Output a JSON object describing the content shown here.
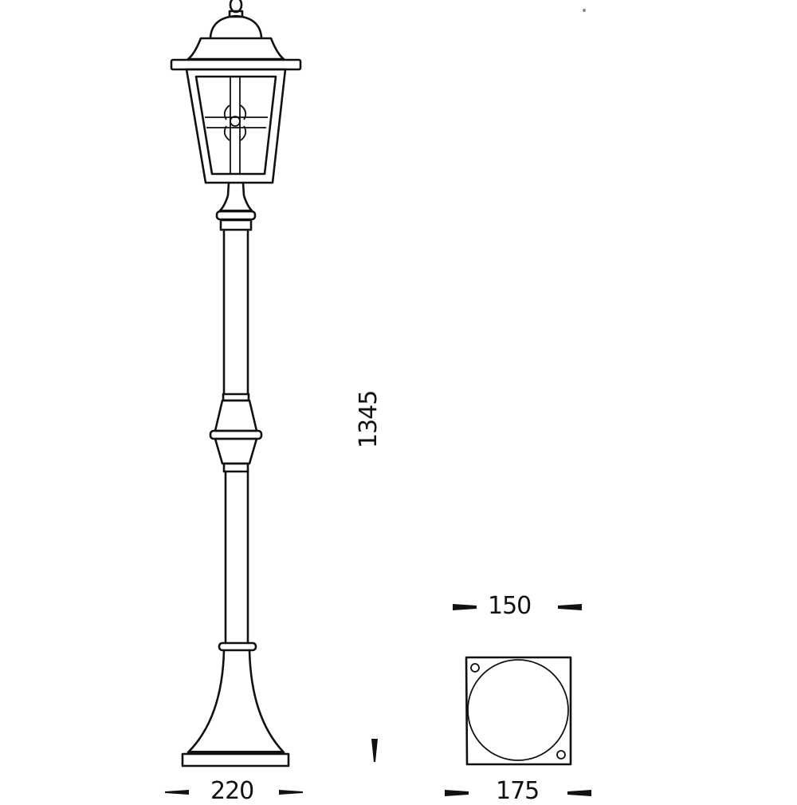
{
  "drawing": {
    "subject": "garden lamp post technical drawing",
    "line_color": "#111111",
    "background": "#ffffff"
  },
  "dimensions": {
    "height": "1345",
    "top_width": "150",
    "base_width": "220",
    "plate_width": "175"
  },
  "parts": {
    "lantern": "lantern-head",
    "post": "post-column",
    "base": "flared-base",
    "plate": "square-mounting-plate"
  }
}
